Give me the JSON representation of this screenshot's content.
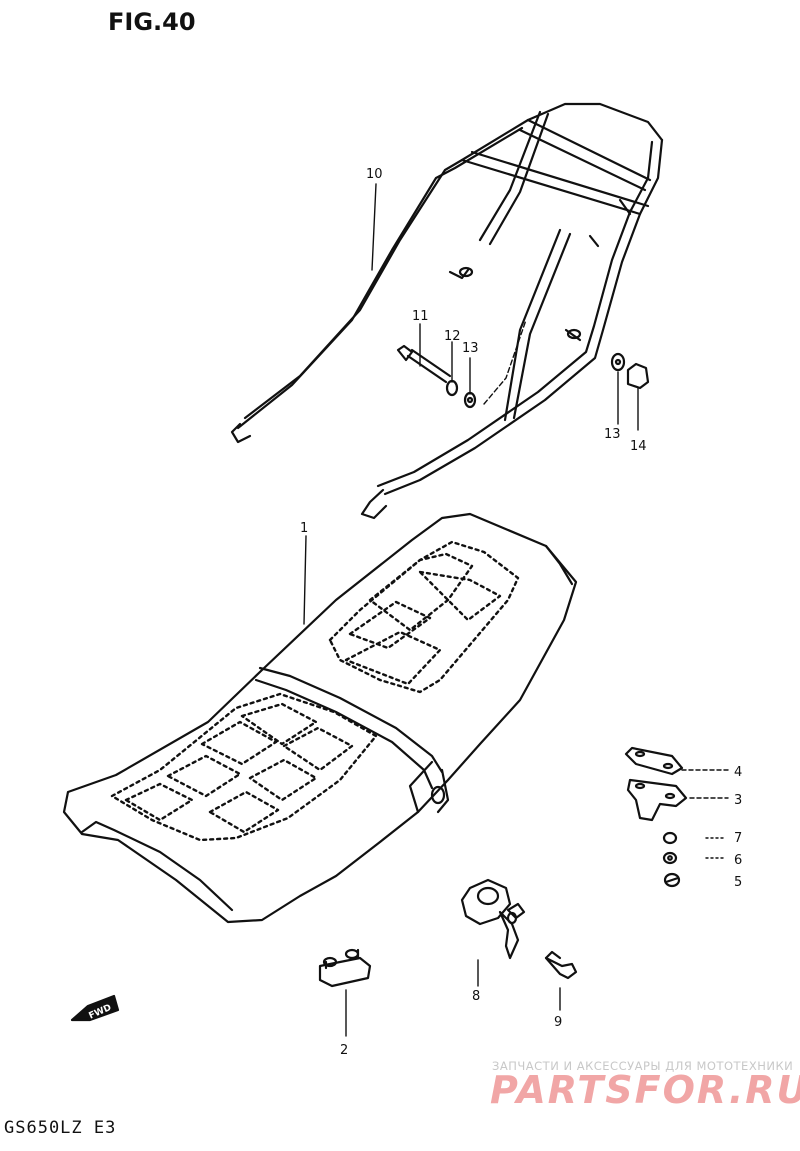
{
  "figure": {
    "title": "FIG.40",
    "model": "GS650LZ  E3"
  },
  "watermark": {
    "tagline": "ЗАПЧАСТИ И АКСЕССУАРЫ ДЛЯ МОТОТЕХНИКИ",
    "logo": "PARTSFOR.RU",
    "color": "#f1a6a6"
  },
  "direction_marker": "FWD",
  "callouts": [
    "1",
    "2",
    "3",
    "4",
    "5",
    "6",
    "7",
    "8",
    "9",
    "10",
    "11",
    "12",
    "13",
    "13",
    "14"
  ]
}
